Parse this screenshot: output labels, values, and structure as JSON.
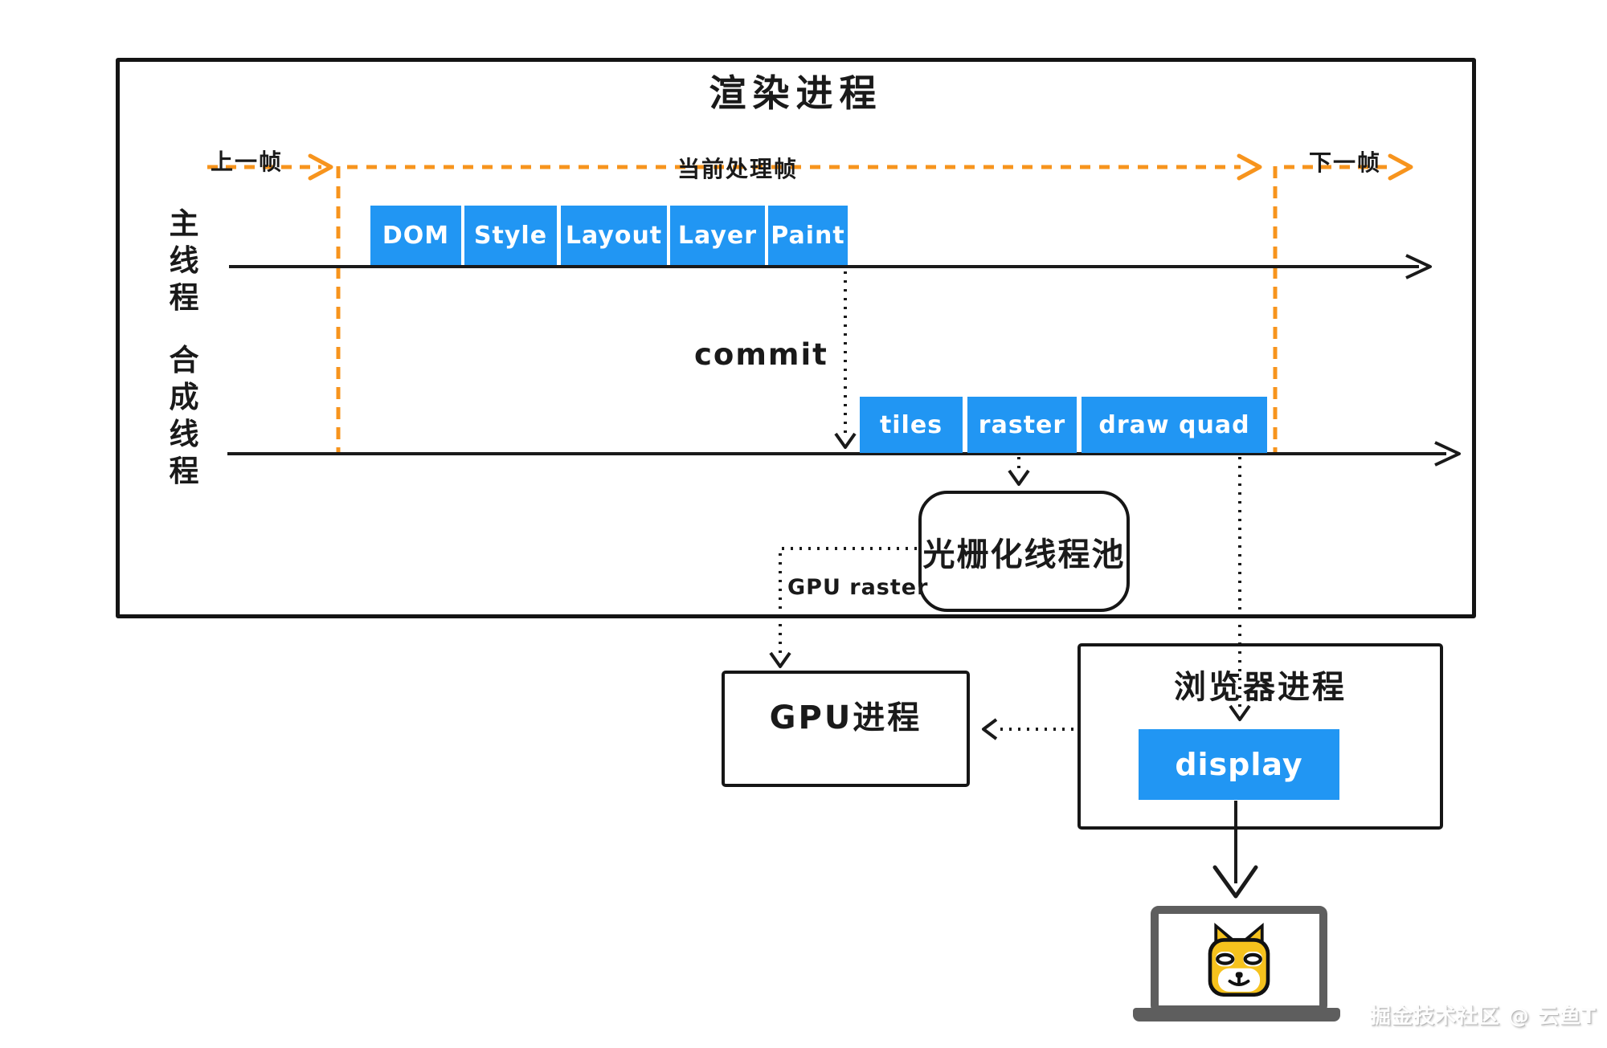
{
  "colors": {
    "accent_blue": "#2196f3",
    "accent_orange": "#f7941d",
    "ink": "#1a1a1a",
    "laptop_gray": "#5e5e5e"
  },
  "render_process": {
    "title": "渲染进程",
    "frame_labels": {
      "prev": "上一帧",
      "current": "当前处理帧",
      "next": "下一帧"
    },
    "main_thread": {
      "label": "主线程",
      "stages": [
        "DOM",
        "Style",
        "Layout",
        "Layer",
        "Paint"
      ]
    },
    "compositor_thread": {
      "label": "合成线程",
      "stages": [
        "tiles",
        "raster",
        "draw quad"
      ]
    },
    "commit_label": "commit",
    "raster_pool_label": "光栅化线程池",
    "gpu_raster_label": "GPU raster"
  },
  "gpu_process": {
    "label": "GPU进程"
  },
  "browser_process": {
    "title": "浏览器进程",
    "display_label": "display"
  },
  "watermark": "掘金技术社区 @ 云鱼T"
}
